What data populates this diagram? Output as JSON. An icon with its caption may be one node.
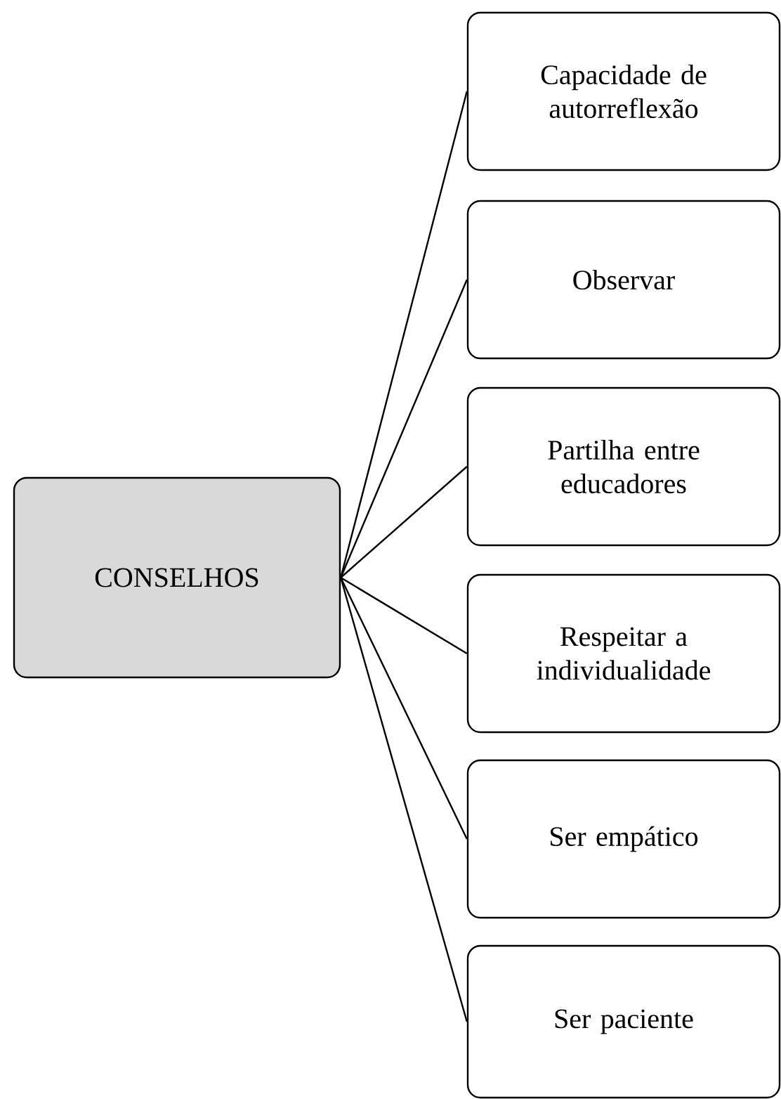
{
  "diagram": {
    "nodes": [
      {
        "text": [
          "CONSELHOS"
        ]
      },
      {
        "text": [
          "Capacidade de autorreflexão"
        ]
      },
      {
        "text": [
          "Observar"
        ]
      },
      {
        "text": [
          "Partilha entre educadores"
        ]
      },
      {
        "text": [
          "Respeitar a individualidade"
        ]
      },
      {
        "text": [
          "Ser empático"
        ]
      },
      {
        "text": [
          "Ser paciente"
        ]
      }
    ],
    "edges": [
      {
        "from": 0,
        "to": 1,
        "arrow": "none"
      },
      {
        "from": 0,
        "to": 2,
        "arrow": "none"
      },
      {
        "from": 0,
        "to": 3,
        "arrow": "none"
      },
      {
        "from": 0,
        "to": 4,
        "arrow": "none"
      },
      {
        "from": 0,
        "to": 5,
        "arrow": "none"
      },
      {
        "from": 0,
        "to": 6,
        "arrow": "none"
      }
    ]
  }
}
